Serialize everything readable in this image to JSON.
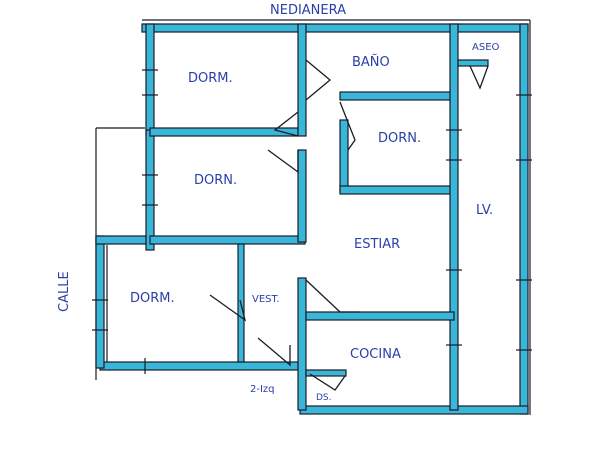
{
  "labels": {
    "top": "NEDIANERA",
    "street": "CALLE",
    "dorm_top": "DORM.",
    "bano": "BAÑO",
    "aseo": "ASEO",
    "dorm_mid_right": "DORN.",
    "dorm_mid_left": "DORN.",
    "lv": "LV.",
    "estar": "ESTIAR",
    "dorm_bottom": "DORM.",
    "vest": "VEST.",
    "cocina": "COCINA",
    "entry": "2-Izq",
    "ds": "DS."
  },
  "colors": {
    "wall": "#39b6d8",
    "ink": "#1a1a2a",
    "text": "#2a3fa8"
  }
}
